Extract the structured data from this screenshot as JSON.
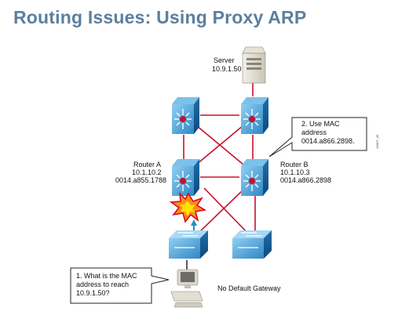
{
  "title": "Routing Issues: Using Proxy ARP",
  "server": {
    "label": "Server",
    "ip": "10.9.1.50"
  },
  "router_a": {
    "name": "Router A",
    "ip": "10.1.10.2",
    "mac": "0014.a855.1788"
  },
  "router_b": {
    "name": "Router B",
    "ip": "10.1.10.3",
    "mac": "0014.a866.2898"
  },
  "callout_top": {
    "lines": [
      "2. Use MAC",
      "address",
      "0014.a866.2898."
    ]
  },
  "callout_bottom": {
    "lines": [
      "1. What is the MAC",
      "address to reach",
      "10.9.1.50?"
    ]
  },
  "pc_label": "No Default Gateway",
  "figure_code": "1381P_49",
  "colors": {
    "title": "#5b7f9e",
    "router_blue": "#3d8fc7",
    "link_red": "#c8102e",
    "arrow_blue": "#1e90c8"
  }
}
